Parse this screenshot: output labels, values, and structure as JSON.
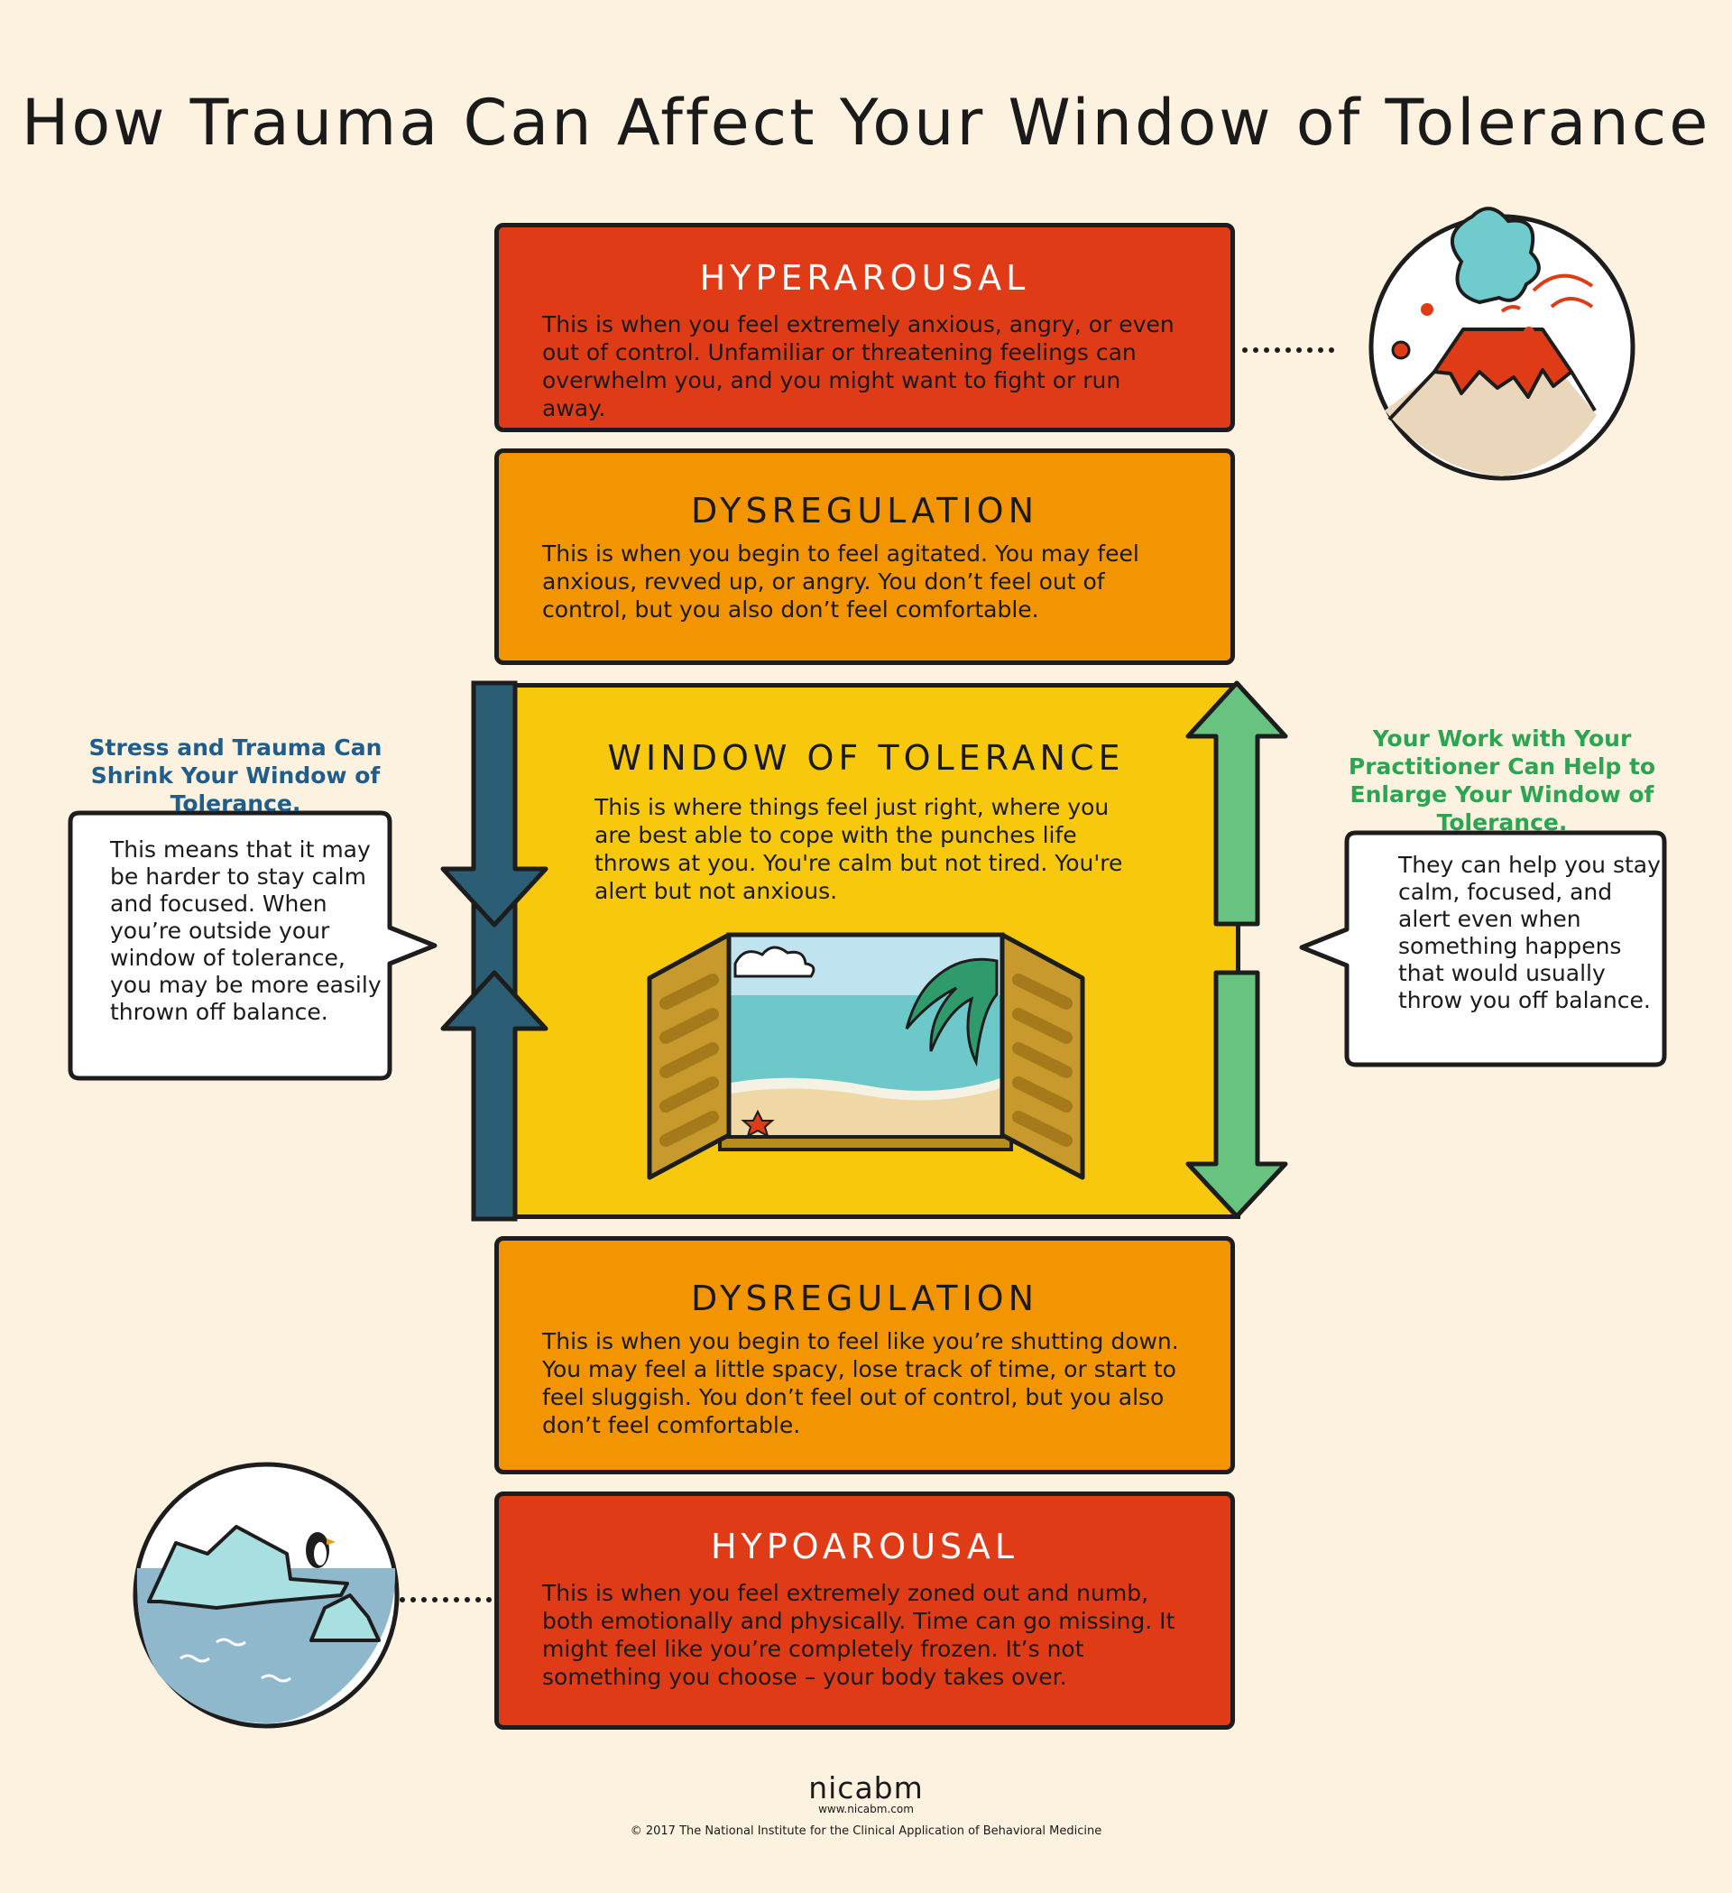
{
  "title": "How Trauma Can Affect Your Window of Tolerance",
  "zones": {
    "hyperarousal": {
      "heading": "HYPERAROUSAL",
      "body": "This is when you feel extremely anxious, angry, or even out of control. Unfamiliar or threatening feelings can overwhelm you, and you might want to fight or run away."
    },
    "dysregulation_top": {
      "heading": "DYSREGULATION",
      "body": "This is when you begin to feel agitated. You may feel anxious, revved up, or angry.  You don’t feel out of control, but you also don’t feel comfortable."
    },
    "window": {
      "heading": "WINDOW OF TOLERANCE",
      "body": "This is where things feel just right, where you are best able to cope with the punches life throws at you. You're calm but not tired. You're alert but not anxious."
    },
    "dysregulation_bottom": {
      "heading": "DYSREGULATION",
      "body": "This is when you begin to feel like you’re shutting down. You may feel a little spacy, lose track of time, or start to feel sluggish. You don’t feel out of control, but you also don’t feel comfortable."
    },
    "hypoarousal": {
      "heading": "HYPOAROUSAL",
      "body": "This is when you feel extremely zoned out and numb, both emotionally and physically. Time can go missing. It might feel like you’re completely frozen. It’s not something you choose – your body takes over."
    }
  },
  "left": {
    "heading": "Stress and Trauma Can Shrink Your Window of Tolerance.",
    "bubble": "This means that it may be harder to stay calm and focused. When you’re outside your window of tolerance, you may be more easily thrown off balance."
  },
  "right": {
    "heading": "Your Work with Your Practitioner Can Help to Enlarge Your Window of Tolerance.",
    "bubble": "They can help you stay calm, focused, and alert even when something happens that would usually throw you off balance."
  },
  "footer": {
    "logo": "nicabm",
    "url": "www.nicabm.com",
    "copyright": "©  2017  The National Institute for the Clinical Application of Behavioral Medicine"
  },
  "colors": {
    "background": "#fdf1df",
    "hyperarousal": "#df3b17",
    "dysregulation": "#f29500",
    "window": "#f8c80c",
    "shrink_arrow": "#2b5e74",
    "enlarge_arrow": "#67c37f",
    "left_heading": "#1f5d8c",
    "right_heading": "#2aa552"
  },
  "icons": {
    "volcano": "volcano-icon",
    "iceberg": "iceberg-penguin-icon",
    "window": "beach-window-icon"
  }
}
